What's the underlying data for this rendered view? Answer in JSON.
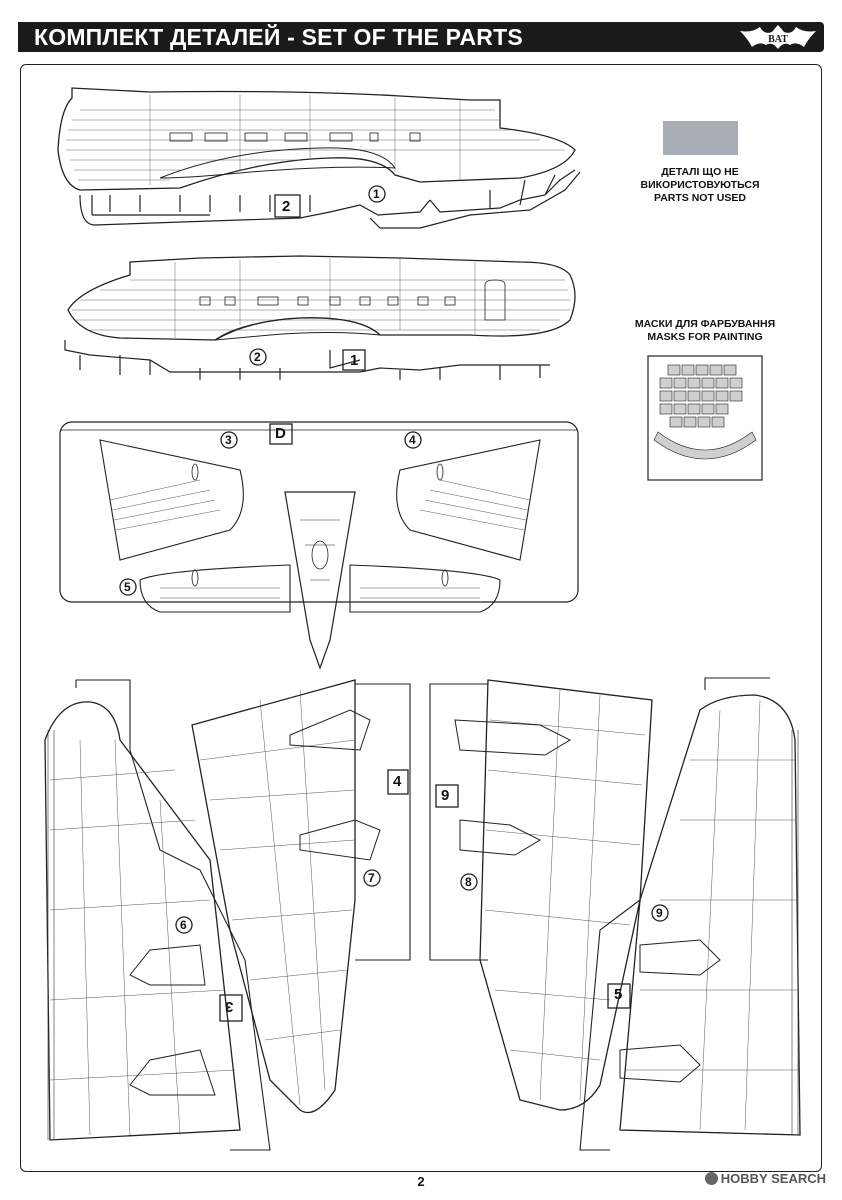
{
  "header": {
    "title": "КОМПЛЕКТ ДЕТАЛЕЙ - SET OF THE PARTS",
    "logo_text": "BAT"
  },
  "legend": {
    "unused": {
      "line1": "ДЕТАЛІ ЩО НЕ",
      "line2": "ВИКОРИСТОВУЮТЬСЯ",
      "line3": "PARTS NOT USED",
      "swatch_color": "#a7acb5"
    },
    "masks": {
      "line1": "МАСКИ ДЛЯ ФАРБУВАННЯ",
      "line2": "MASKS FOR PAINTING"
    }
  },
  "sprue_labels": {
    "fuselage_left": "2",
    "fuselage_right": "1",
    "wing_center": "D",
    "wing_left_lower": "3",
    "wing_left_upper": "4",
    "wing_right_upper": "9",
    "wing_right_lower": "5"
  },
  "part_numbers": [
    "1",
    "2",
    "3",
    "4",
    "5",
    "6",
    "7",
    "8",
    "9"
  ],
  "footer": {
    "page": "2",
    "watermark": "HOBBY SEARCH"
  }
}
